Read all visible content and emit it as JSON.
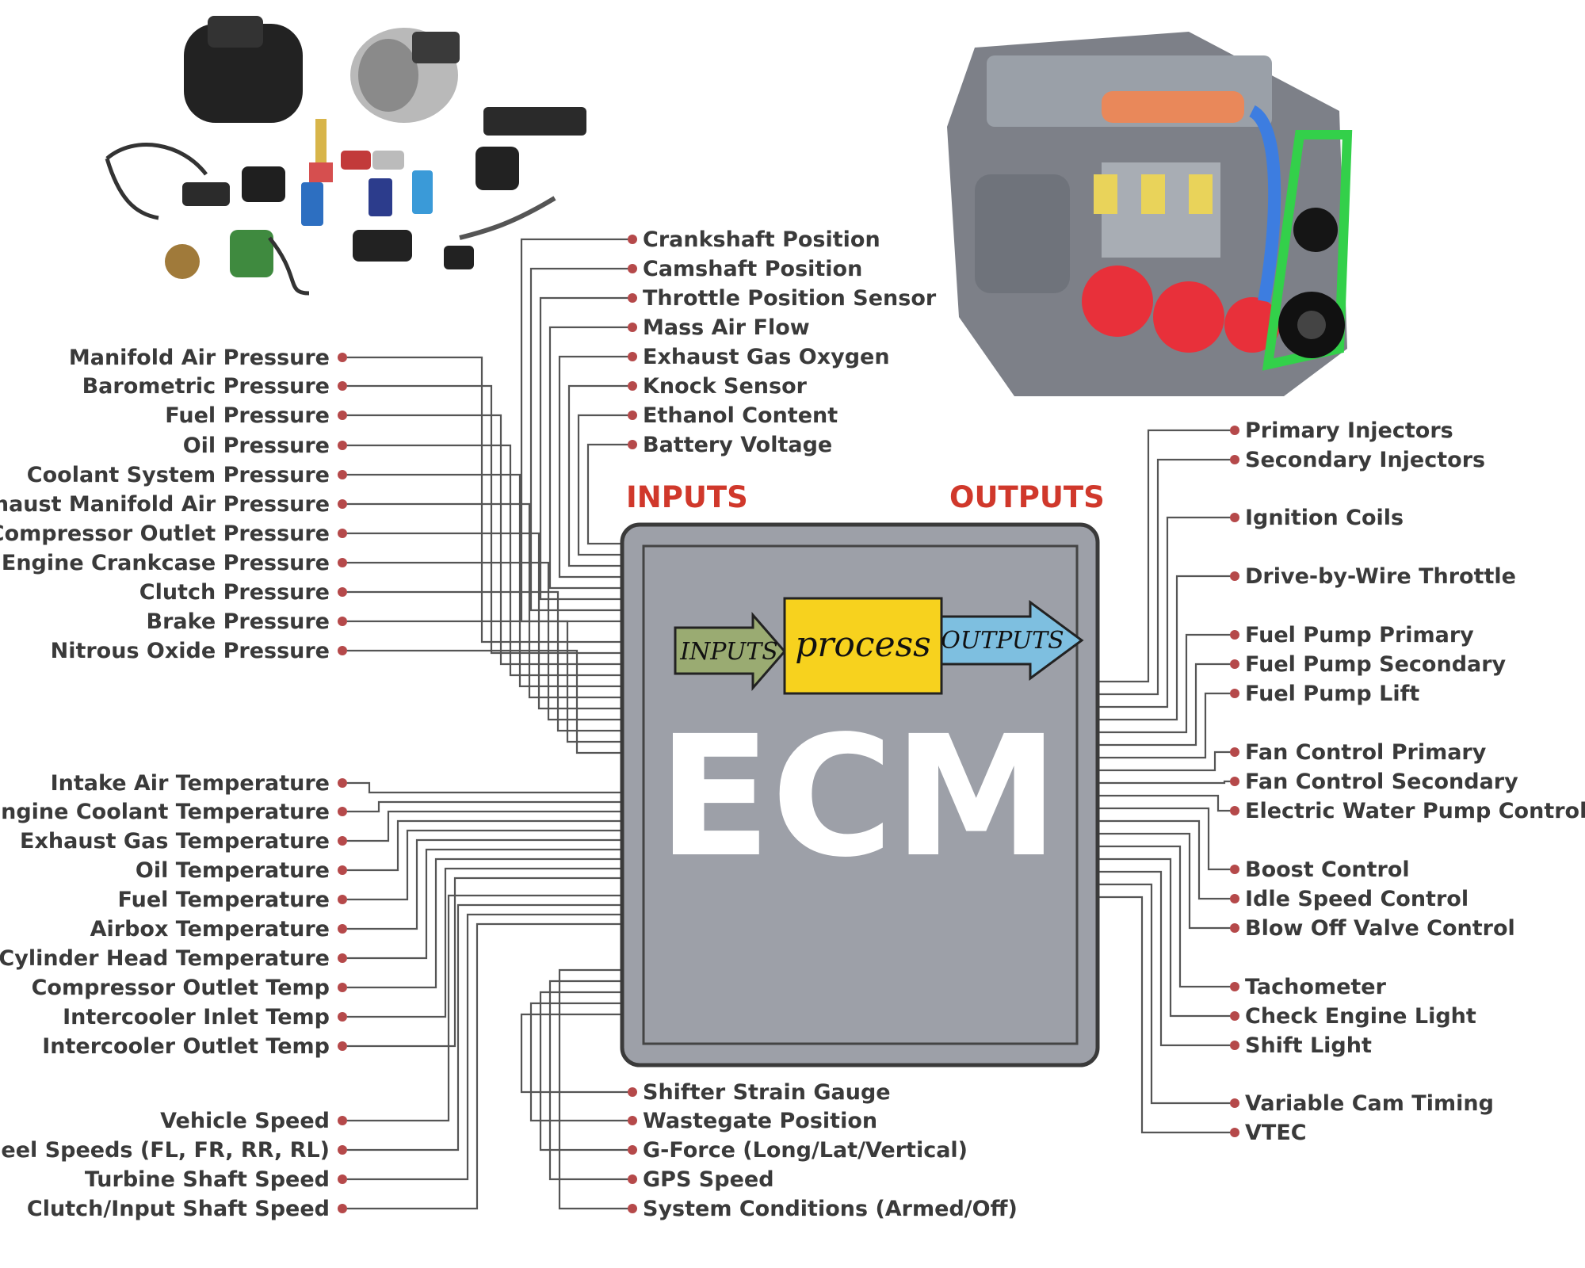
{
  "ecm_label": "ECM",
  "inputs_heading": "INPUTS",
  "outputs_heading": "OUTPUTS",
  "flow": {
    "inputs": "INPUTS",
    "process": "process",
    "outputs": "OUTPUTS"
  },
  "colors": {
    "heading_red": "#d0382b",
    "ecm_gray": "#9da0a8",
    "dot": "#b5494a",
    "flow_green": "#9aab72",
    "flow_yellow": "#f7d21e",
    "flow_blue": "#7ebfe0"
  },
  "images": {
    "sensors": "sensor-parts-photo",
    "engine": "engine-cutaway-photo"
  },
  "top_inputs": [
    "Crankshaft Position",
    "Camshaft Position",
    "Throttle Position Sensor",
    "Mass Air Flow",
    "Exhaust Gas Oxygen",
    "Knock Sensor",
    "Ethanol Content",
    "Battery Voltage"
  ],
  "pressure_inputs": [
    "Manifold Air Pressure",
    "Barometric Pressure",
    "Fuel Pressure",
    "Oil Pressure",
    "Coolant System Pressure",
    "Exhaust Manifold Air Pressure",
    "Compressor Outlet Pressure",
    "Engine Crankcase Pressure",
    "Clutch Pressure",
    "Brake Pressure",
    "Nitrous Oxide Pressure"
  ],
  "temperature_inputs": [
    "Intake Air Temperature",
    "Engine Coolant Temperature",
    "Exhaust Gas Temperature",
    "Oil Temperature",
    "Fuel Temperature",
    "Airbox Temperature",
    "Cylinder Head Temperature",
    "Compressor Outlet Temp",
    "Intercooler Inlet Temp",
    "Intercooler Outlet Temp"
  ],
  "speed_inputs": [
    "Vehicle Speed",
    "Wheel Speeds (FL, FR, RR, RL)",
    "Turbine Shaft Speed",
    "Clutch/Input Shaft Speed"
  ],
  "bottom_inputs": [
    "Shifter Strain Gauge",
    "Wastegate Position",
    "G-Force (Long/Lat/Vertical)",
    "GPS Speed",
    "System Conditions (Armed/Off)"
  ],
  "outputs": [
    "Primary Injectors",
    "Secondary Injectors",
    "Ignition Coils",
    "Drive-by-Wire Throttle",
    "Fuel Pump Primary",
    "Fuel Pump Secondary",
    "Fuel Pump Lift",
    "Fan Control Primary",
    "Fan Control Secondary",
    "Electric Water Pump Control",
    "Boost Control",
    "Idle Speed Control",
    "Blow Off Valve Control",
    "Tachometer",
    "Check Engine Light",
    "Shift Light",
    "Variable Cam Timing",
    "VTEC"
  ]
}
